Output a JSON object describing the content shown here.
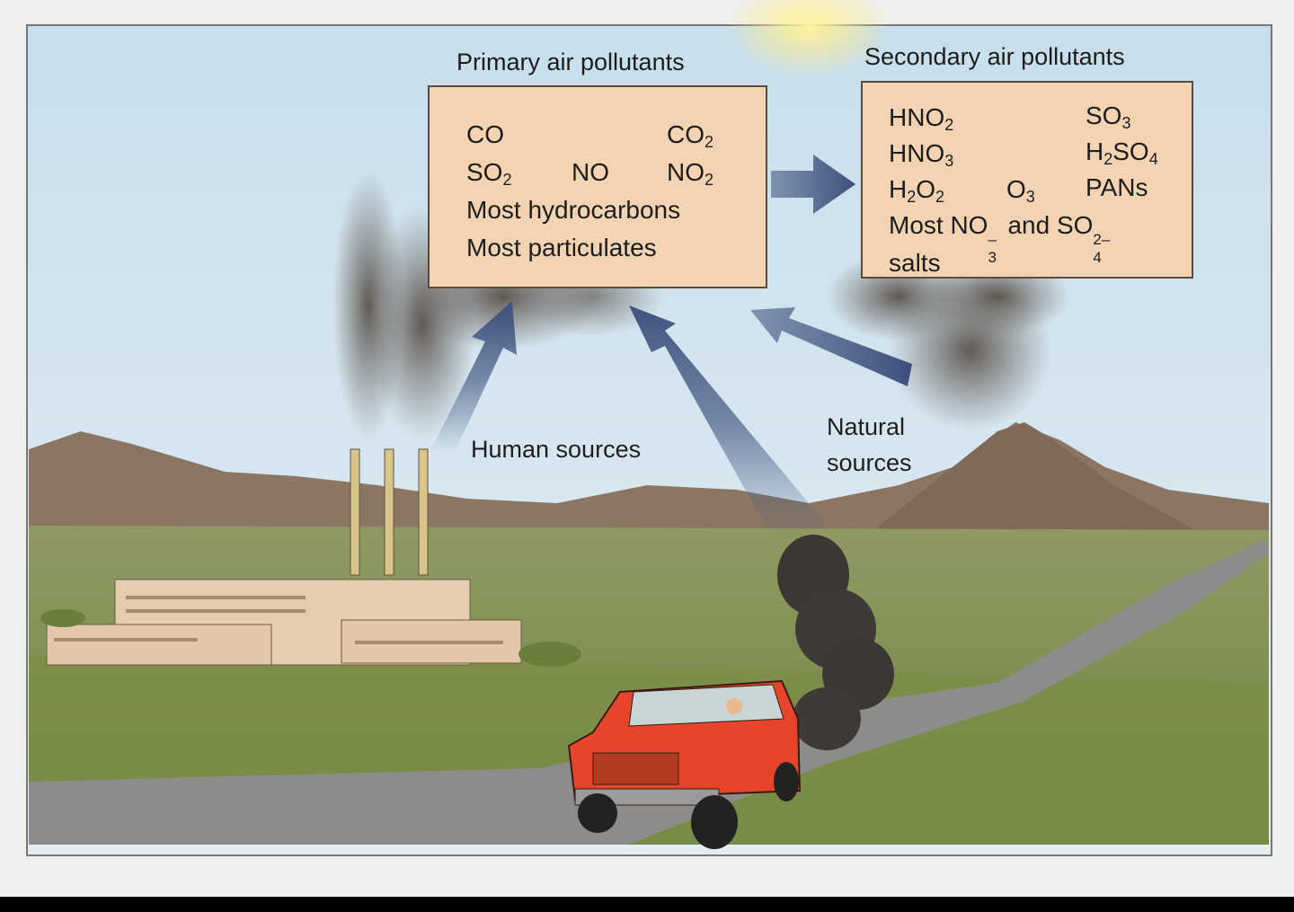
{
  "primary": {
    "title": "Primary air pollutants",
    "co": "CO",
    "co2": "CO",
    "co2_sub": "2",
    "so2": "SO",
    "so2_sub": "2",
    "no": "NO",
    "no2": "NO",
    "no2_sub": "2",
    "hydrocarbons": "Most hydrocarbons",
    "particulates": "Most particulates"
  },
  "secondary": {
    "title": "Secondary air pollutants",
    "hno2": "HNO",
    "hno2_sub": "2",
    "so3": "SO",
    "so3_sub": "3",
    "hno3": "HNO",
    "hno3_sub": "3",
    "h2so4_h": "H",
    "h2so4_h_sub": "2",
    "h2so4_rest": "SO",
    "h2so4_sub": "4",
    "h2o2_h": "H",
    "h2o2_h_sub": "2",
    "h2o2_o": "O",
    "h2o2_o_sub": "2",
    "o3": "O",
    "o3_sub": "3",
    "pans": "PANs",
    "most_salts_a": "Most NO",
    "no3_sup": "–",
    "no3_sub": "3",
    "and": "and SO",
    "so4_sup": "2–",
    "so4_sub": "4",
    "salts": "salts"
  },
  "labels": {
    "human": "Human sources",
    "natural_line1": "Natural",
    "natural_line2": "sources"
  },
  "colors": {
    "sky": "#d6e8f2",
    "box_fill": "#f4d3b3",
    "arrow": "#4a5d86",
    "grass": "#7f8f4e",
    "hills": "#8b7560",
    "truck": "#e5452a",
    "road": "#8b8d8a"
  }
}
